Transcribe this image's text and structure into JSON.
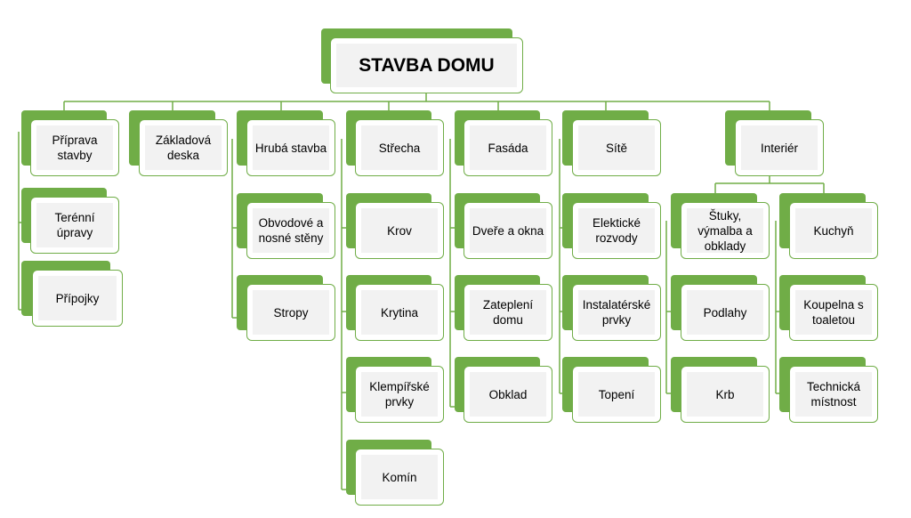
{
  "colors": {
    "accent": "#70ad47",
    "box_fill": "#f2f2f2",
    "box_bg": "#ffffff",
    "text": "#000000"
  },
  "root": {
    "label": "STAVBA DOMU"
  },
  "columns": [
    {
      "label": "Příprava\nstavby",
      "children": [
        "Terénní\núpravy",
        "Přípojky"
      ]
    },
    {
      "label": "Základová\ndeska",
      "children": []
    },
    {
      "label": "Hrubá stavba",
      "children": [
        "Obvodové a\nnosné stěny",
        "Stropy"
      ]
    },
    {
      "label": "Střecha",
      "children": [
        "Krov",
        "Krytina",
        "Klempířské\nprvky",
        "Komín"
      ]
    },
    {
      "label": "Fasáda",
      "children": [
        "Dveře a okna",
        "Zateplení\ndomu",
        "Obklad"
      ]
    },
    {
      "label": "Sítě",
      "children": [
        "Elektické\nrozvody",
        "Instalatérské\nprvky",
        "Topení"
      ]
    },
    {
      "label": "Interiér",
      "children": []
    }
  ],
  "interior_groups": [
    {
      "label": "Štuky,\nvýmalba a\nobklady",
      "children": [
        "Podlahy",
        "Krb"
      ]
    },
    {
      "label": "Kuchyň",
      "children": [
        "Koupelna s\ntoaletou",
        "Technická\nmístnost"
      ]
    }
  ]
}
